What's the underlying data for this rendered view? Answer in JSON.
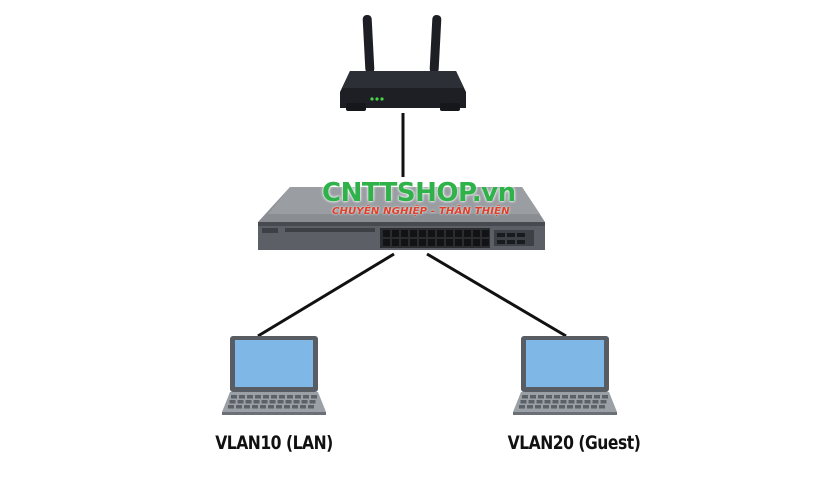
{
  "diagram": {
    "nodes": [
      {
        "id": "router",
        "type": "router"
      },
      {
        "id": "switch",
        "type": "switch"
      },
      {
        "id": "laptop-vlan10",
        "type": "laptop",
        "label": "VLAN10 (LAN)"
      },
      {
        "id": "laptop-vlan20",
        "type": "laptop",
        "label": "VLAN20 (Guest)"
      }
    ],
    "links": [
      {
        "from": "router",
        "to": "switch"
      },
      {
        "from": "switch",
        "to": "laptop-vlan10"
      },
      {
        "from": "switch",
        "to": "laptop-vlan20"
      }
    ]
  },
  "watermark": {
    "brand": "CNTTSHOP.vn",
    "tagline": "CHUYÊN NGHIỆP - THÂN THIỆN"
  },
  "colors": {
    "line": "#111111",
    "router_body": "#1d1f24",
    "router_led": "#47d64a",
    "switch_body": "#8a8e93",
    "switch_front": "#5c6066",
    "screen": "#7fb8e6",
    "laptop_frame": "#585d63",
    "keyboard": "#8c9197",
    "brand_green": "#2fb24a",
    "brand_red": "#e0402a"
  }
}
